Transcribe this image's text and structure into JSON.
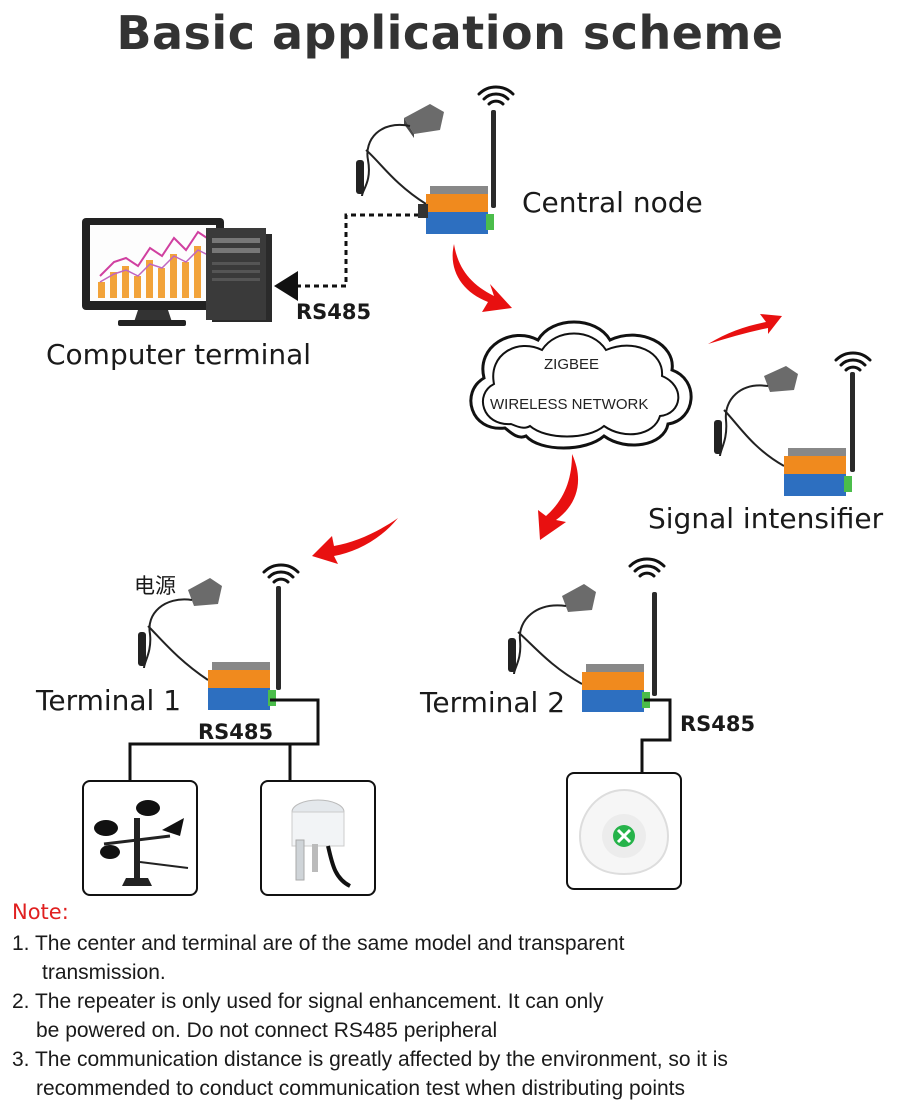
{
  "title": "Basic application scheme",
  "nodes": {
    "central": "Central node",
    "computer": "Computer terminal",
    "intensifier": "Signal intensifier",
    "terminal1": "Terminal 1",
    "terminal2": "Terminal 2",
    "power_label": "电源"
  },
  "links": {
    "rs485_computer": "RS485",
    "rs485_t1": "RS485",
    "rs485_t2": "RS485"
  },
  "cloud": {
    "line1": "ZIGBEE",
    "line2": "WIRELESS NETWORK"
  },
  "notes": {
    "heading": "Note:",
    "items": [
      {
        "first": "1. The center and terminal are of the same model and transparent",
        "second": "transmission."
      },
      {
        "first": "2. The repeater is only used for signal enhancement. It can only",
        "second": "be powered on. Do not connect RS485 peripheral"
      },
      {
        "first": "3. The communication distance is greatly affected by the environment, so it is",
        "second": "recommended to conduct communication test when distributing points"
      }
    ]
  },
  "colors": {
    "arrow": "#e81010",
    "device_orange": "#f08a1e",
    "device_blue": "#2d6fc0",
    "note_heading": "#e02020"
  }
}
